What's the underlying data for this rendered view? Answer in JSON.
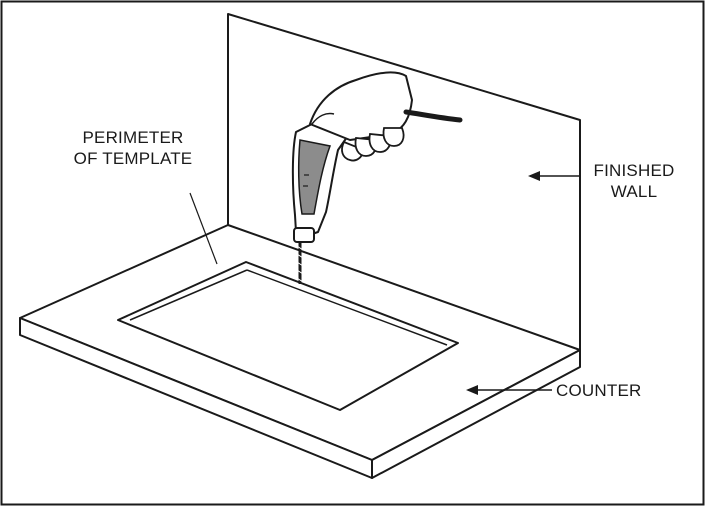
{
  "labels": {
    "perimeter": [
      "PERIMETER",
      "OF TEMPLATE"
    ],
    "wall": [
      "FINISHED",
      "WALL"
    ],
    "counter": "COUNTER"
  },
  "icons": [
    "drill-icon",
    "hand-icon",
    "arrow-icon"
  ],
  "colors": {
    "line": "#1a1a1a",
    "background": "#ffffff",
    "drill_shade": "#8c8c8c"
  }
}
